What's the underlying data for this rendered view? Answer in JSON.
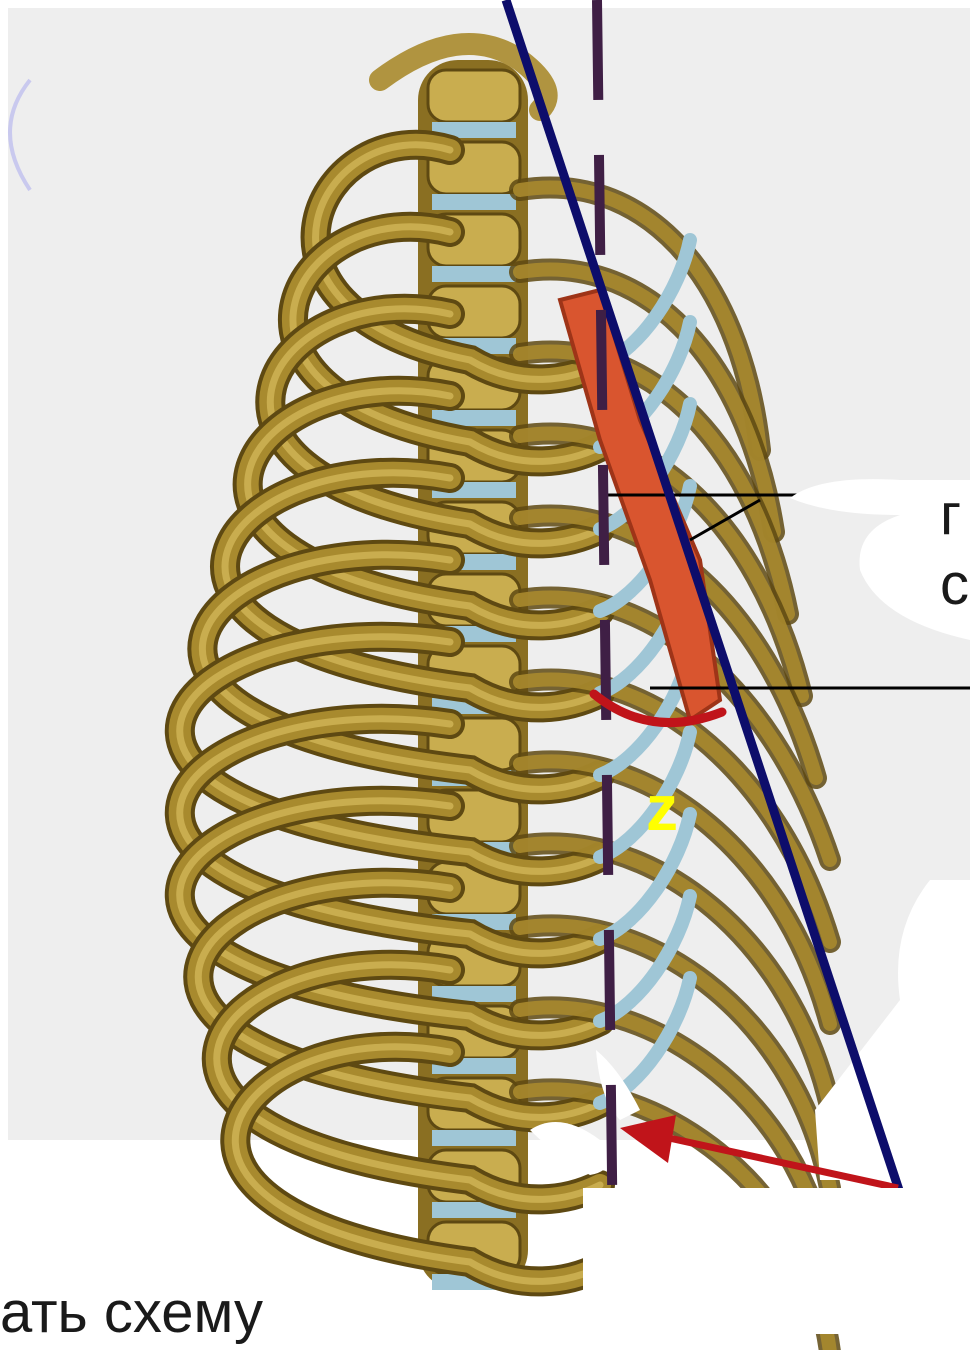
{
  "figure": {
    "angle_label": "z",
    "side_text_lines": [
      "г",
      "с"
    ],
    "bottom_caption": "ать схему",
    "colors": {
      "bone": "#a88a2e",
      "bone_light": "#c9ad4f",
      "bone_dark": "#5e4912",
      "cartilage": "#9fc6d6",
      "sternum": "#d9552f",
      "navy_line": "#0d0d6b",
      "dashed_line": "#3f1f45",
      "angle_arc": "#c0141a",
      "arrow": "#c0141a",
      "angle_text": "#ffff00"
    },
    "icons": [
      "rib-cage-illustration",
      "dashed-vertical-axis",
      "sternum-axis-line",
      "angle-arc",
      "pointer-arrow"
    ]
  }
}
